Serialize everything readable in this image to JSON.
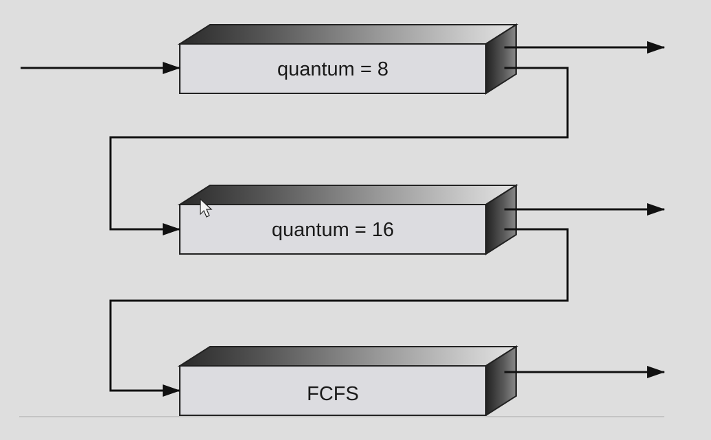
{
  "queues": [
    {
      "label": "quantum = 8"
    },
    {
      "label": "quantum = 16"
    },
    {
      "label": "FCFS"
    }
  ],
  "colors": {
    "background": "#dedede",
    "box_front": "#dcdce0",
    "box_side": "#4a4a4a",
    "line": "#111111"
  },
  "icons": [
    "mouse-cursor-icon",
    "arrowhead-icon"
  ]
}
